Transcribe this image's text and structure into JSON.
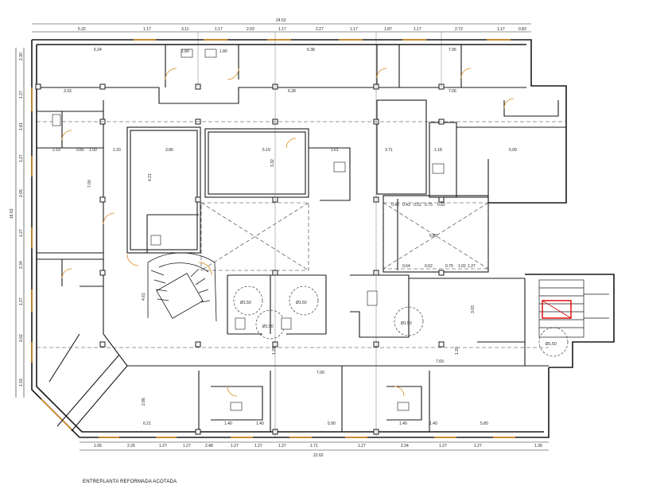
{
  "caption": "ENTREPLANTA REFORMADA ACOTADA",
  "overall": {
    "top": "24.53",
    "bottom": "22.62",
    "left": "16.63"
  },
  "top_row": [
    "5.32",
    "1.17",
    "3.11",
    "1.17",
    "2.03",
    "1.17",
    "2.27",
    "1.17",
    "1.87",
    "1.17",
    "2.72",
    "1.17",
    "0.83"
  ],
  "bottom_row": [
    "1.05",
    "2.26",
    "1.27",
    "1.27",
    "2.48",
    "1.27",
    "1.27",
    "1.27",
    "1.71",
    "1.27",
    "2.34",
    "1.27",
    "1.27",
    "1.36"
  ],
  "left_col": [
    "2.30",
    "1.27",
    "1.81",
    "1.27",
    "2.65",
    "1.27",
    "2.34",
    "1.27",
    "2.02",
    "1.19"
  ],
  "room_dims": [
    "6.24",
    "6.38",
    "7.06",
    "3.33",
    "6.28",
    "7.06",
    "2.19",
    "0.85",
    "1.00",
    "1.20",
    "3.86",
    "5.19",
    "3.71",
    "5.09",
    "7.00",
    "6.21",
    "7.00",
    "7.69",
    "5.90",
    "5.80",
    "4.21",
    "3.32",
    "6.80",
    "0.45",
    "0.43",
    "0.52",
    "0.75",
    "0.62",
    "0.64",
    "0.62",
    "0.75",
    "1.02",
    "1.27",
    "3.03",
    "4.61",
    "2.86",
    "1.40",
    "1.40",
    "1.40",
    "1.40",
    "1.20",
    "1.20",
    "1.80",
    "1.80",
    "1.61",
    "1.18"
  ],
  "turning_circles": [
    "Ø1.50",
    "Ø1.50",
    "Ø1.50",
    "Ø1.50",
    "Ø1.50"
  ],
  "colors": {
    "line": "#1a1a1a",
    "door": "#d98a1a",
    "dash": "#333333",
    "highlight": "#e00000"
  }
}
